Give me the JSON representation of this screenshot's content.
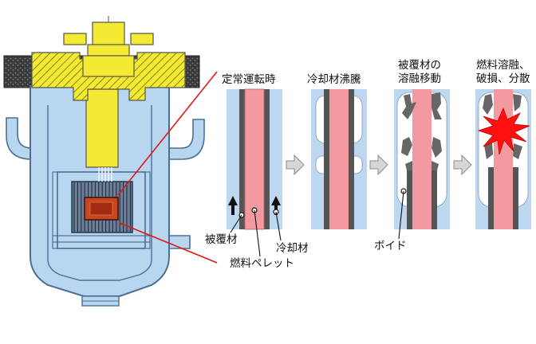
{
  "stages": [
    {
      "title": "定常運転時"
    },
    {
      "title": "冷却材沸騰"
    },
    {
      "title_line1": "被覆材の",
      "title_line2": "溶融移動"
    },
    {
      "title_line1": "燃料溶融、",
      "title_line2": "破損、分散"
    }
  ],
  "labels": {
    "cladding": "被覆材",
    "coolant": "冷却材",
    "fuel_pellet": "燃料ペレット",
    "void": "ボイド"
  },
  "colors": {
    "coolant_blue": "#bcd7ef",
    "vessel_blue": "#b8d6f0",
    "outline_blue": "#4a6f95",
    "fuel_pink": "#f39aa0",
    "cladding_gray": "#555555",
    "yellow_head": "#f5ea33",
    "concrete": "#3a3a3a",
    "callout_red": "#e01818",
    "burst_red": "#ff1010",
    "arrow_gray": "#d6d6d6"
  }
}
